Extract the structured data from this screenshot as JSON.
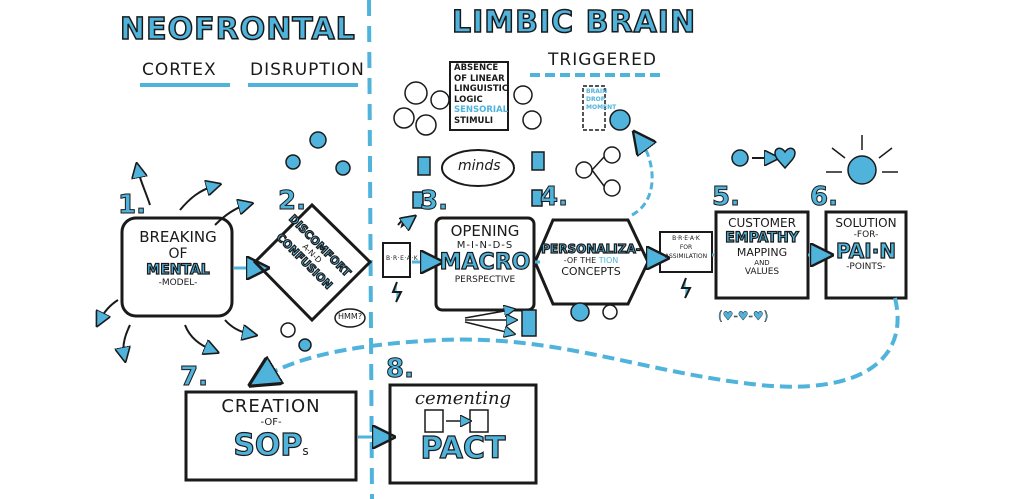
{
  "headers": {
    "neofrontal": "NEOFRONTAL",
    "cortex": "CORTEX",
    "disruption": "DISRUPTION",
    "limbic": "LIMBIC BRAIN",
    "triggered": "TRIGGERED"
  },
  "absence_note": {
    "line1": "ABSENCE",
    "line2": "OF LINEAR",
    "line3": "LINGUISTIC",
    "line4": "LOGIC",
    "line5": "SENSORIAL",
    "line6": "STIMULI"
  },
  "minds_cloud": "minds",
  "brain_drop": {
    "line1": "BRAIN",
    "line2": "DROP",
    "line3": "MOMENT"
  },
  "steps": {
    "s1": {
      "num": "1.",
      "line1": "BREAKING",
      "line2": "OF",
      "line3": "MENTAL",
      "line4": "-MODEL-"
    },
    "s2": {
      "num": "2.",
      "line1": "DISCOMFORT",
      "line2": "A-N-D",
      "line3": "CONFUSION",
      "hmm": "HMM?"
    },
    "break1": "B·R·E·A·K",
    "s3": {
      "num": "3.",
      "line1": "OPENING",
      "line2": "M-I-N-D-S",
      "line3": "MACRO",
      "line4": "PERSPECTIVE"
    },
    "s4": {
      "num": "4.",
      "line1": "PERSONALIZA-",
      "line2": "-OF THE",
      "line3": "TION",
      "line4": "CONCEPTS"
    },
    "break2": {
      "line1": "B·R·E·A·K",
      "line2": "FOR",
      "line3": "ASSIMILATION"
    },
    "s5": {
      "num": "5.",
      "line1": "CUSTOMER",
      "line2": "EMPATHY",
      "line3": "MAPPING",
      "line4": "AND",
      "line5": "VALUES"
    },
    "s6": {
      "num": "6.",
      "line1": "SOLUTION",
      "line2": "-FOR-",
      "line3": "PAI·N",
      "line4": "-POINTS-"
    },
    "s7": {
      "num": "7.",
      "line1": "CREATION",
      "line2": "-OF-",
      "line3": "SOP",
      "line4": "s"
    },
    "s8": {
      "num": "8.",
      "line1": "cementing",
      "line2": "PACT"
    }
  },
  "colors": {
    "accent": "#4fb3dc",
    "ink": "#1a1a1a",
    "background": "#ffffff"
  }
}
